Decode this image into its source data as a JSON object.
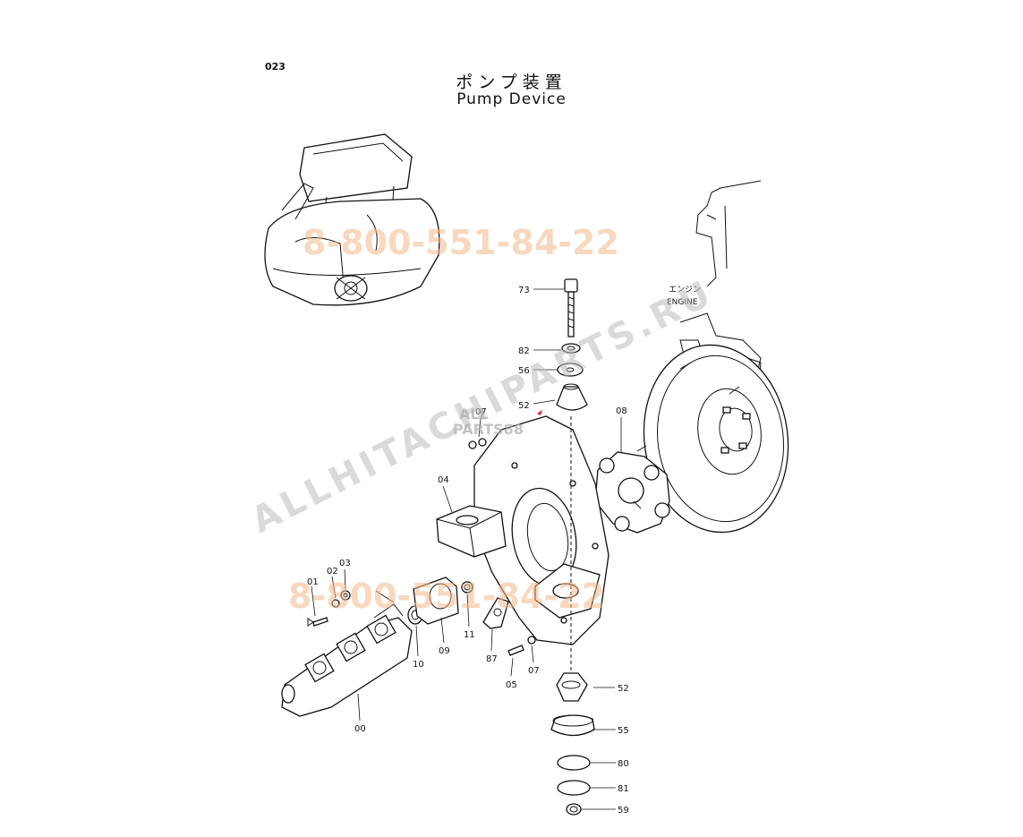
{
  "page_number": "023",
  "title_jp": "ポンプ装置",
  "title_en": "Pump Device",
  "engine_label_jp": "エンジン",
  "engine_label_en": "ENGINE",
  "watermarks": {
    "phone": "8-800-551-84-22",
    "site": "ALLHITACHIPARTS.RU",
    "logo_top": "ALL",
    "logo_bottom": "PARTS88"
  },
  "callouts": {
    "p73": "73",
    "p82": "82",
    "p56": "56",
    "p52a": "52",
    "p07a": "07",
    "p08": "08",
    "p04": "04",
    "p01": "01",
    "p02": "02",
    "p03": "03",
    "p10": "10",
    "p09": "09",
    "p11": "11",
    "p87": "87",
    "p05": "05",
    "p07b": "07",
    "p52b": "52",
    "p55": "55",
    "p80": "80",
    "p81": "81",
    "p59": "59",
    "p00": "00"
  }
}
